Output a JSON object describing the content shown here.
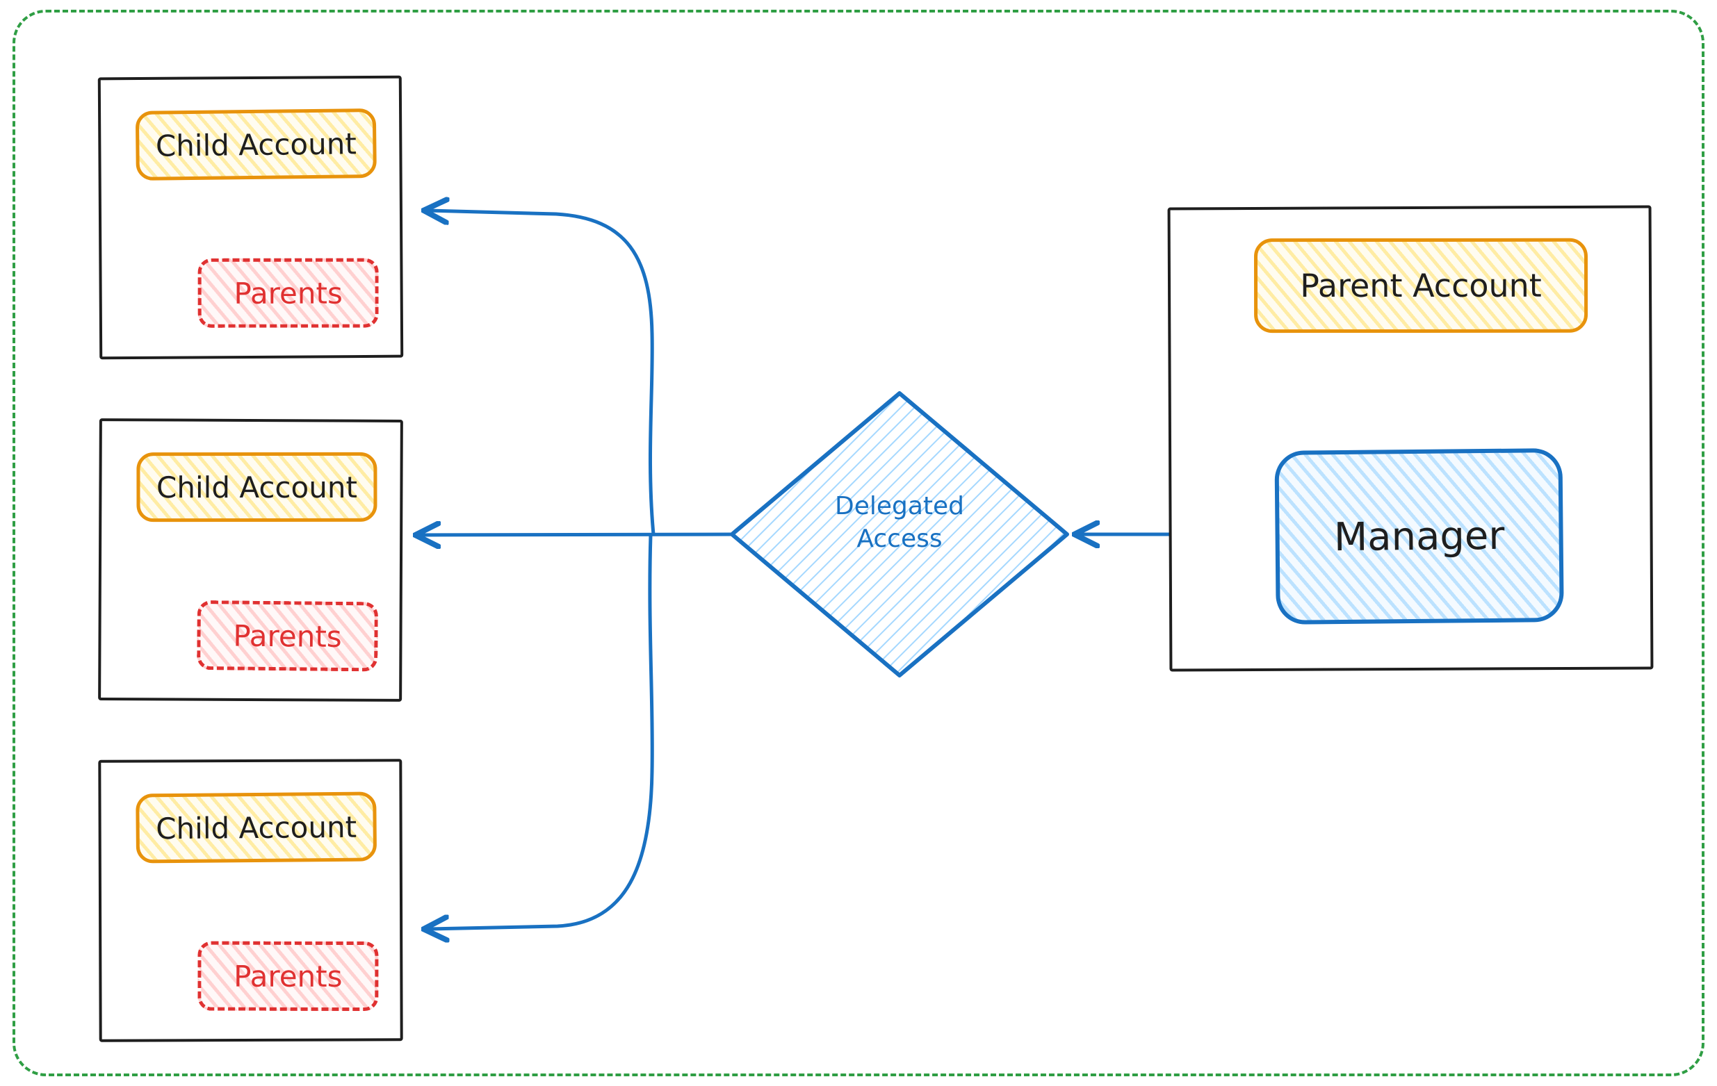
{
  "children": [
    {
      "title": "Child Account",
      "badge": "Parents"
    },
    {
      "title": "Child Account",
      "badge": "Parents"
    },
    {
      "title": "Child Account",
      "badge": "Parents"
    }
  ],
  "diamond": {
    "line1": "Delegated",
    "line2": "Access"
  },
  "parent": {
    "title": "Parent Account",
    "manager": "Manager"
  },
  "colors": {
    "frame_green": "#2f9e44",
    "accent_orange": "#e8930c",
    "accent_red": "#e03131",
    "accent_blue": "#1971c2",
    "ink_black": "#1e1e1e"
  }
}
